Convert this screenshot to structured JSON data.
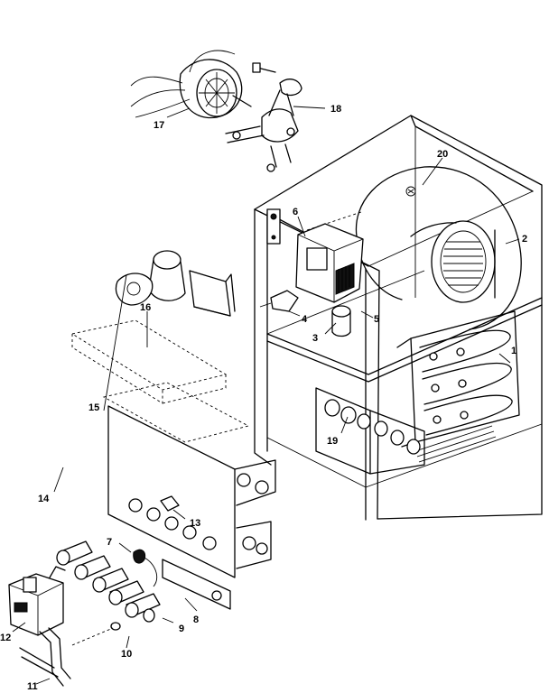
{
  "diagram": {
    "labels": [
      "1",
      "2",
      "3",
      "4",
      "5",
      "6",
      "7",
      "8",
      "9",
      "10",
      "11",
      "12",
      "13",
      "14",
      "15",
      "16",
      "17",
      "18",
      "19",
      "20"
    ],
    "callout_19_lower": "19"
  }
}
